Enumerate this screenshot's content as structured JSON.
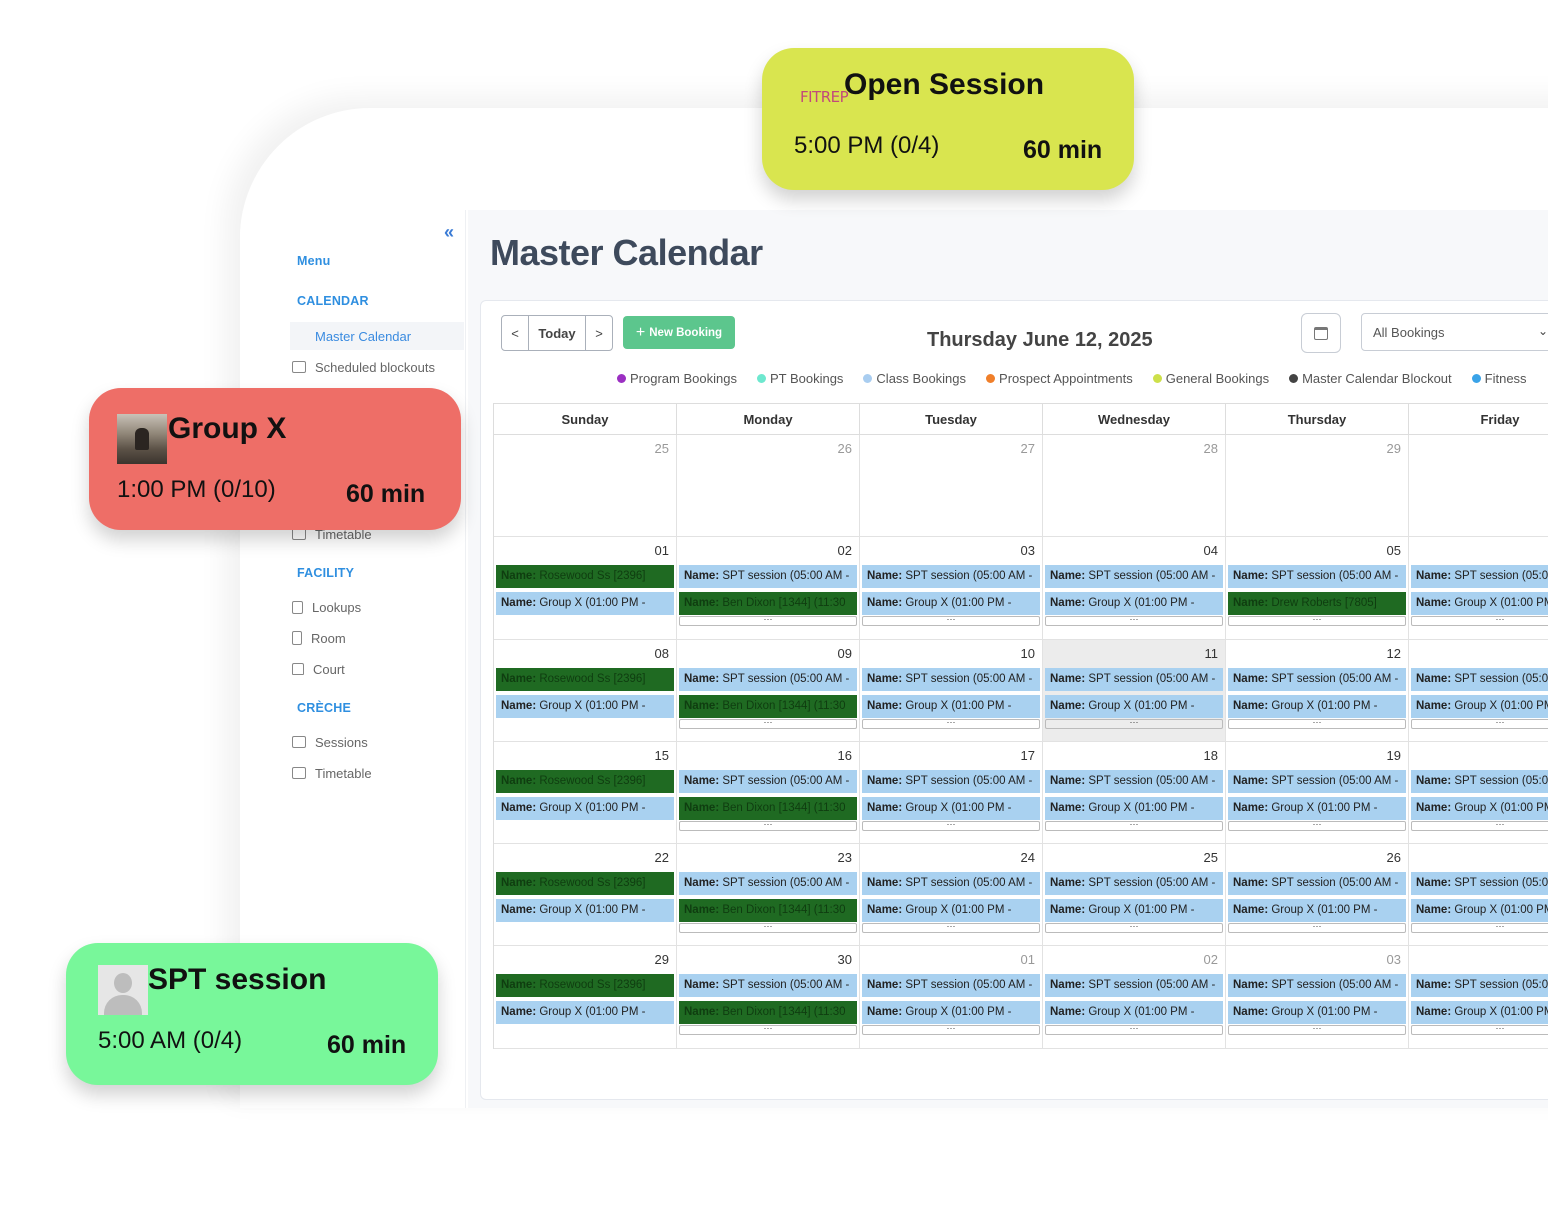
{
  "sidebar": {
    "menu_label": "Menu",
    "sections": [
      {
        "label": "CALENDAR"
      },
      {
        "label": "FACILITY"
      },
      {
        "label": "CRÈCHE"
      }
    ],
    "items": [
      {
        "label": "Master Calendar",
        "icon": "none"
      },
      {
        "label": "Scheduled blockouts",
        "icon": "calendar-grid-icon"
      },
      {
        "label": "Timetable",
        "icon": "timetable-icon"
      },
      {
        "label": "Lookups",
        "icon": "document-check-icon"
      },
      {
        "label": "Room",
        "icon": "door-icon"
      },
      {
        "label": "Court",
        "icon": "home-icon"
      },
      {
        "label": "Sessions",
        "icon": "list-card-icon"
      },
      {
        "label": "Timetable",
        "icon": "timetable-icon"
      }
    ]
  },
  "main": {
    "title": "Master Calendar",
    "toolbar": {
      "prev": "<",
      "today": "Today",
      "next": ">",
      "new_booking": "New Booking",
      "date": "Thursday June 12, 2025",
      "filter": "All Bookings"
    },
    "legend": [
      {
        "label": "Program Bookings",
        "color": "#9b2fc2"
      },
      {
        "label": "PT Bookings",
        "color": "#6ee8cf"
      },
      {
        "label": "Class Bookings",
        "color": "#a9cdf0"
      },
      {
        "label": "Prospect Appointments",
        "color": "#f07f2a"
      },
      {
        "label": "General Bookings",
        "color": "#cde04a"
      },
      {
        "label": "Master Calendar Blockout",
        "color": "#444444"
      },
      {
        "label": "Fitness",
        "color": "#3aa3e8"
      }
    ],
    "weekdays": [
      "Sunday",
      "Monday",
      "Tuesday",
      "Wednesday",
      "Thursday",
      "Friday"
    ],
    "name_prefix": "Name:",
    "ev_spt": "SPT session (05:00 AM -",
    "ev_groupx": "Group X (01:00 PM -",
    "ev_rosewood": "Rosewood Ss [2396]",
    "ev_ben": "Ben Dixon [1344] (11:30",
    "ev_drew": "Drew Roberts [7805]",
    "more": "···",
    "weeks": [
      [
        "25",
        "26",
        "27",
        "28",
        "29",
        ""
      ],
      [
        "01",
        "02",
        "03",
        "04",
        "05",
        ""
      ],
      [
        "08",
        "09",
        "10",
        "11",
        "12",
        ""
      ],
      [
        "15",
        "16",
        "17",
        "18",
        "19",
        ""
      ],
      [
        "22",
        "23",
        "24",
        "25",
        "26",
        ""
      ],
      [
        "29",
        "30",
        "01",
        "02",
        "03",
        ""
      ]
    ]
  },
  "cards": {
    "open": {
      "brand": "FITREP",
      "title": "Open Session",
      "time": "5:00 PM (0/4)",
      "duration": "60 min",
      "color": "#d9e54f"
    },
    "groupx": {
      "title": "Group X",
      "time": "1:00 PM (0/10)",
      "duration": "60 min",
      "color": "#ee6e67"
    },
    "spt": {
      "title": "SPT session",
      "time": "5:00 AM (0/4)",
      "duration": "60 min",
      "color": "#78f79a"
    }
  }
}
